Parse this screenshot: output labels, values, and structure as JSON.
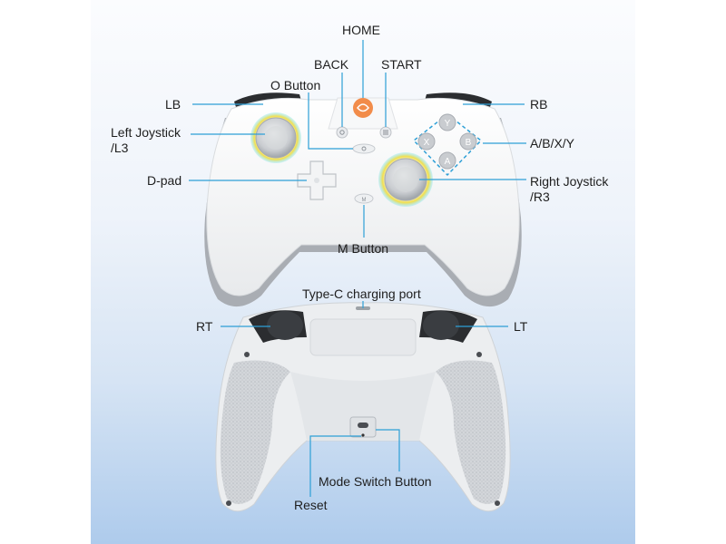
{
  "labels": {
    "home": "HOME",
    "back": "BACK",
    "start": "START",
    "o_button": "O Button",
    "lb": "LB",
    "rb": "RB",
    "left_joystick_line1": "Left Joystick",
    "left_joystick_line2": "/L3",
    "abxy": "A/B/X/Y",
    "dpad": "D-pad",
    "right_joystick_line1": "Right Joystick",
    "right_joystick_line2": "/R3",
    "m_button": "M Button",
    "typec": "Type-C charging port",
    "rt": "RT",
    "lt": "LT",
    "mode_switch": "Mode Switch Button",
    "reset": "Reset"
  },
  "face_buttons": {
    "y": "Y",
    "x": "X",
    "b": "B",
    "a": "A"
  },
  "small_marks": {
    "m": "M"
  },
  "colors": {
    "leader_line": "#2d9fd6",
    "home_button": "#f28c4a",
    "controller_body": "#f4f5f6",
    "grip_texture": "#d2d5d9",
    "joystick_glow_yellow": "#f2dc3a",
    "joystick_glow_cyan": "#6ee0f0"
  },
  "icons": [
    "home-logo-icon",
    "back-icon",
    "start-icon",
    "o-button-icon",
    "mode-switch-icon"
  ]
}
